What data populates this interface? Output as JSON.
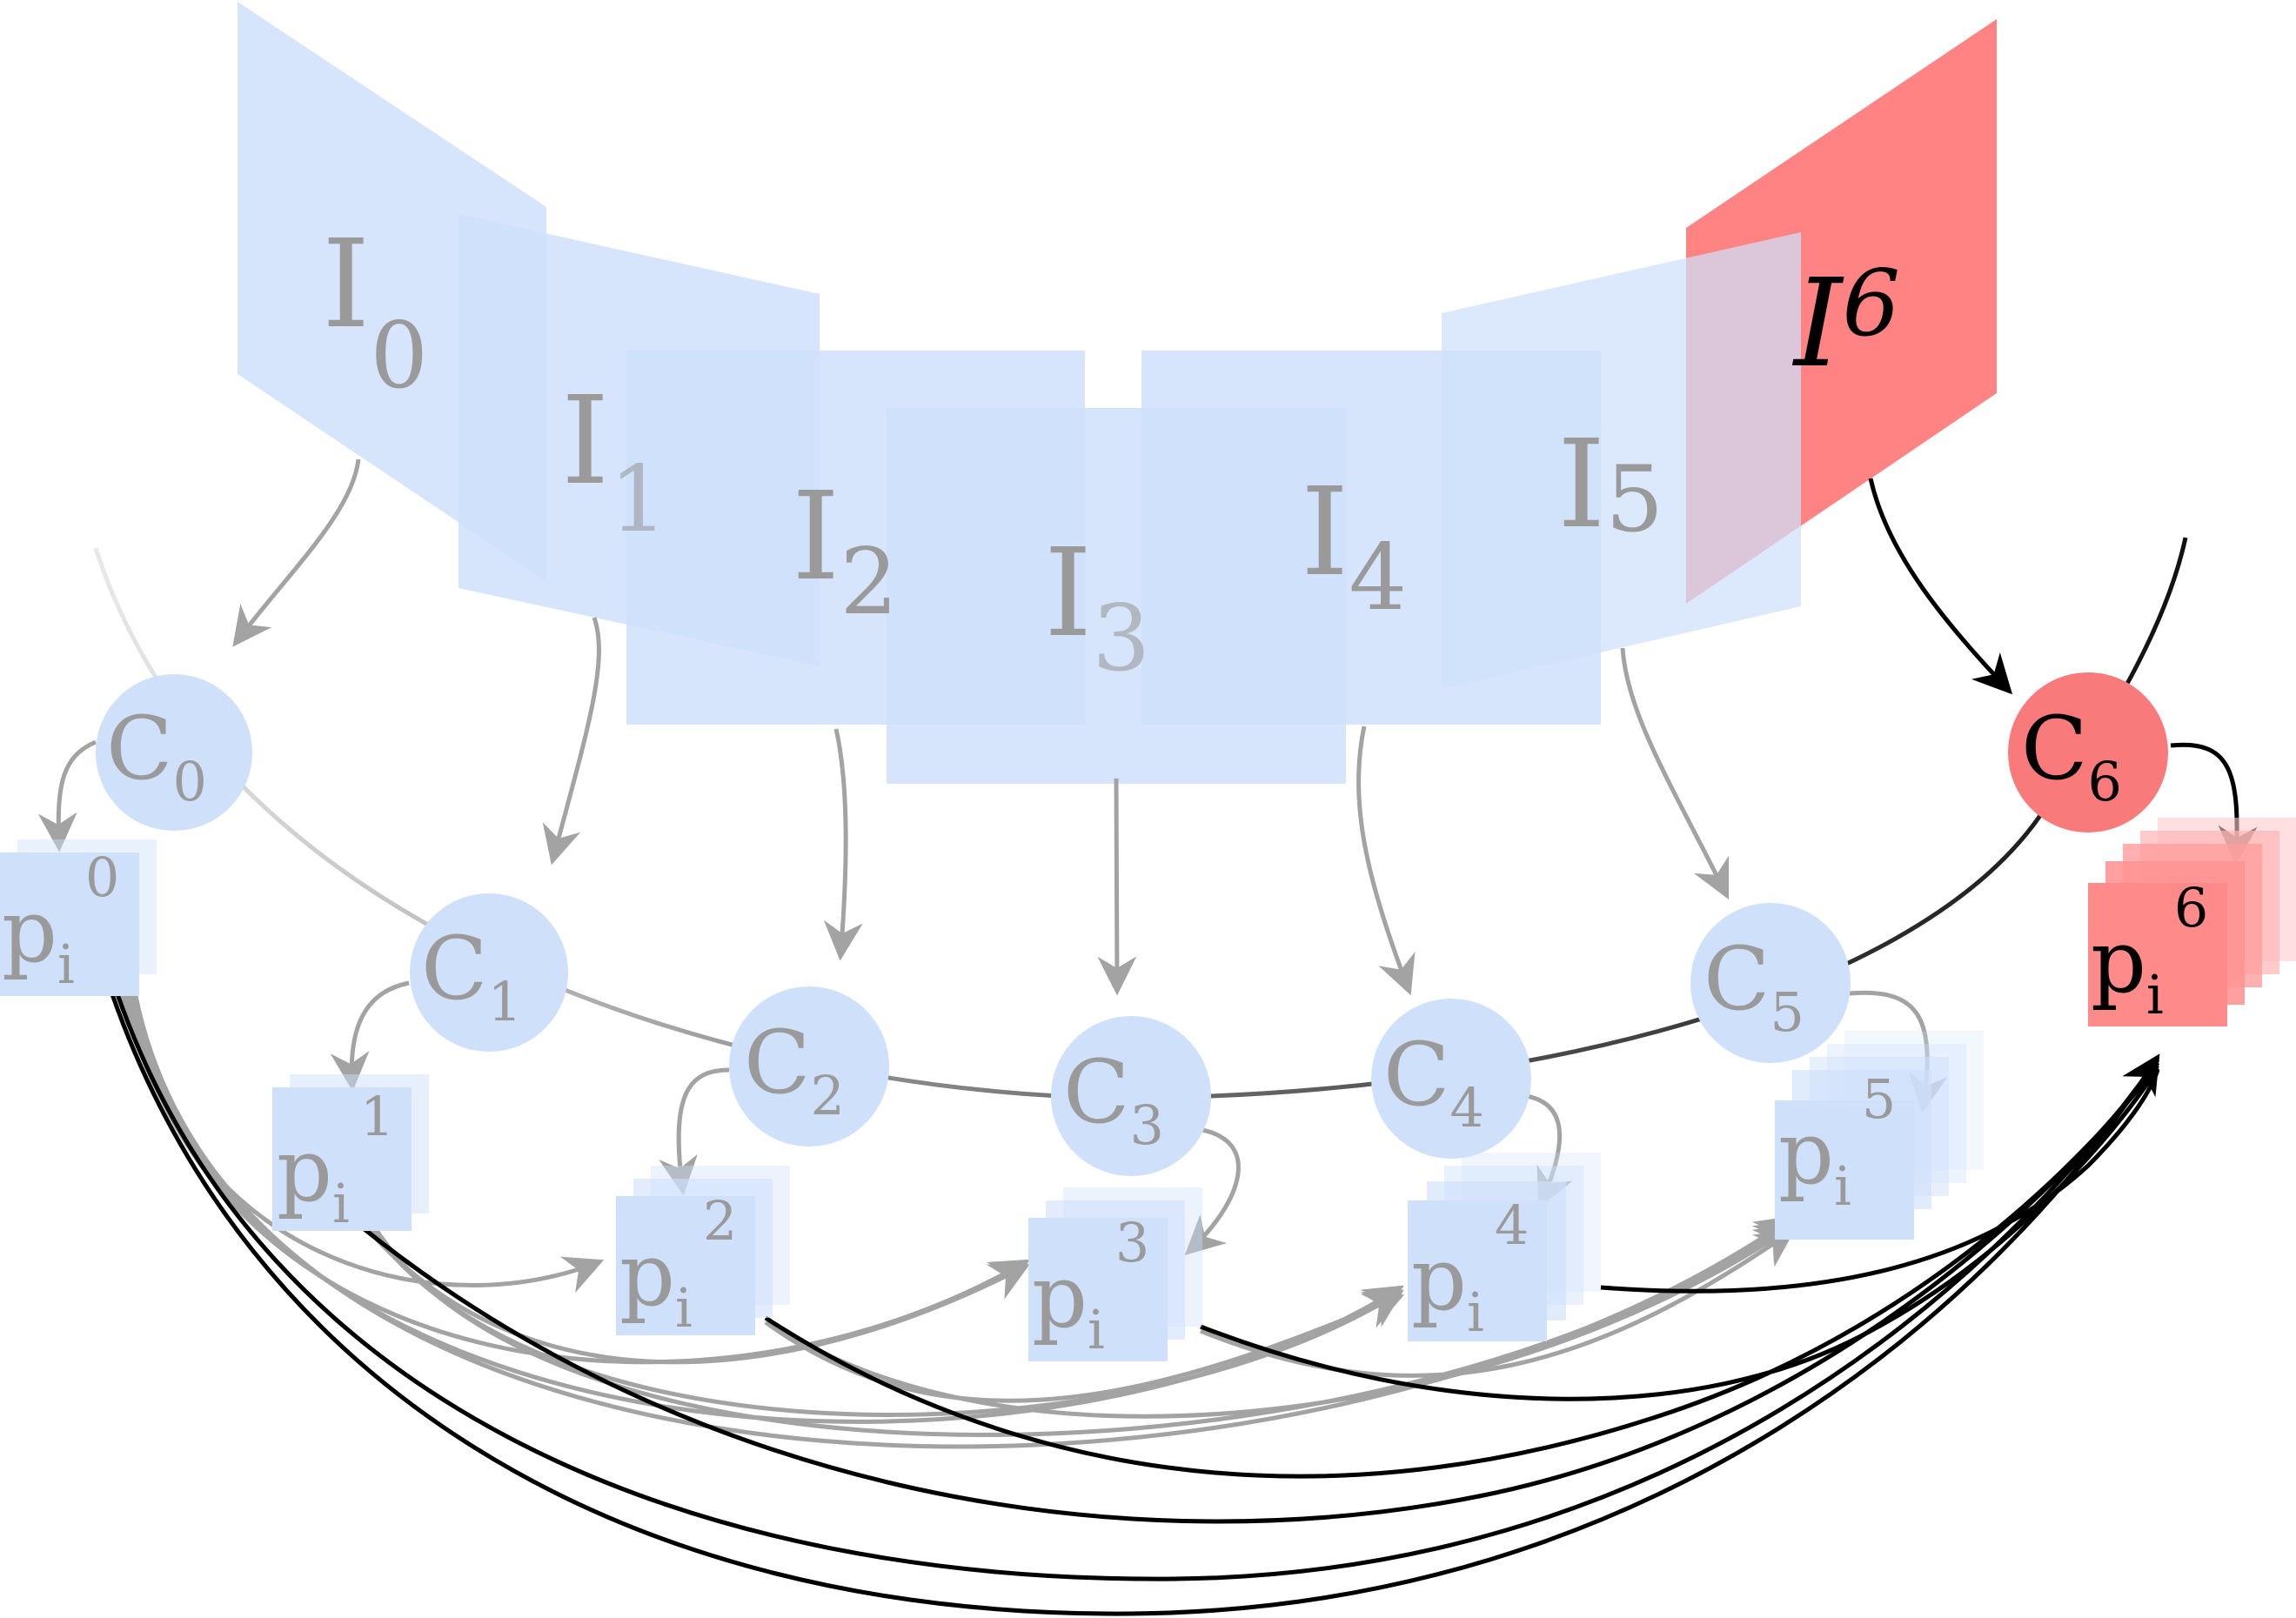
{
  "colors": {
    "frame": "#cfe0fb",
    "frame_active": "#ff8383",
    "node": "#cfe0fb",
    "node_active": "#f97a7a",
    "patch": "#cfe0fb",
    "patch_active": "#ff8a8a",
    "gray_text": "#9a9a9a",
    "gray_arrow": "#a3a3a3",
    "black": "#000000"
  },
  "images": [
    {
      "base": "I",
      "sub": "0"
    },
    {
      "base": "I",
      "sub": "1"
    },
    {
      "base": "I",
      "sub": "2"
    },
    {
      "base": "I",
      "sub": "3"
    },
    {
      "base": "I",
      "sub": "4"
    },
    {
      "base": "I",
      "sub": "5"
    },
    {
      "base": "I",
      "sub": "6"
    }
  ],
  "cameras": [
    {
      "base": "C",
      "sub": "0"
    },
    {
      "base": "C",
      "sub": "1"
    },
    {
      "base": "C",
      "sub": "2"
    },
    {
      "base": "C",
      "sub": "3"
    },
    {
      "base": "C",
      "sub": "4"
    },
    {
      "base": "C",
      "sub": "5"
    },
    {
      "base": "C",
      "sub": "6"
    }
  ],
  "patches": [
    {
      "base": "p",
      "sub": "i",
      "sup": "0"
    },
    {
      "base": "p",
      "sub": "i",
      "sup": "1"
    },
    {
      "base": "p",
      "sub": "i",
      "sup": "2"
    },
    {
      "base": "p",
      "sub": "i",
      "sup": "3"
    },
    {
      "base": "p",
      "sub": "i",
      "sup": "4"
    },
    {
      "base": "p",
      "sub": "i",
      "sup": "5"
    },
    {
      "base": "p",
      "sub": "i",
      "sup": "6"
    }
  ],
  "active_index": 6
}
